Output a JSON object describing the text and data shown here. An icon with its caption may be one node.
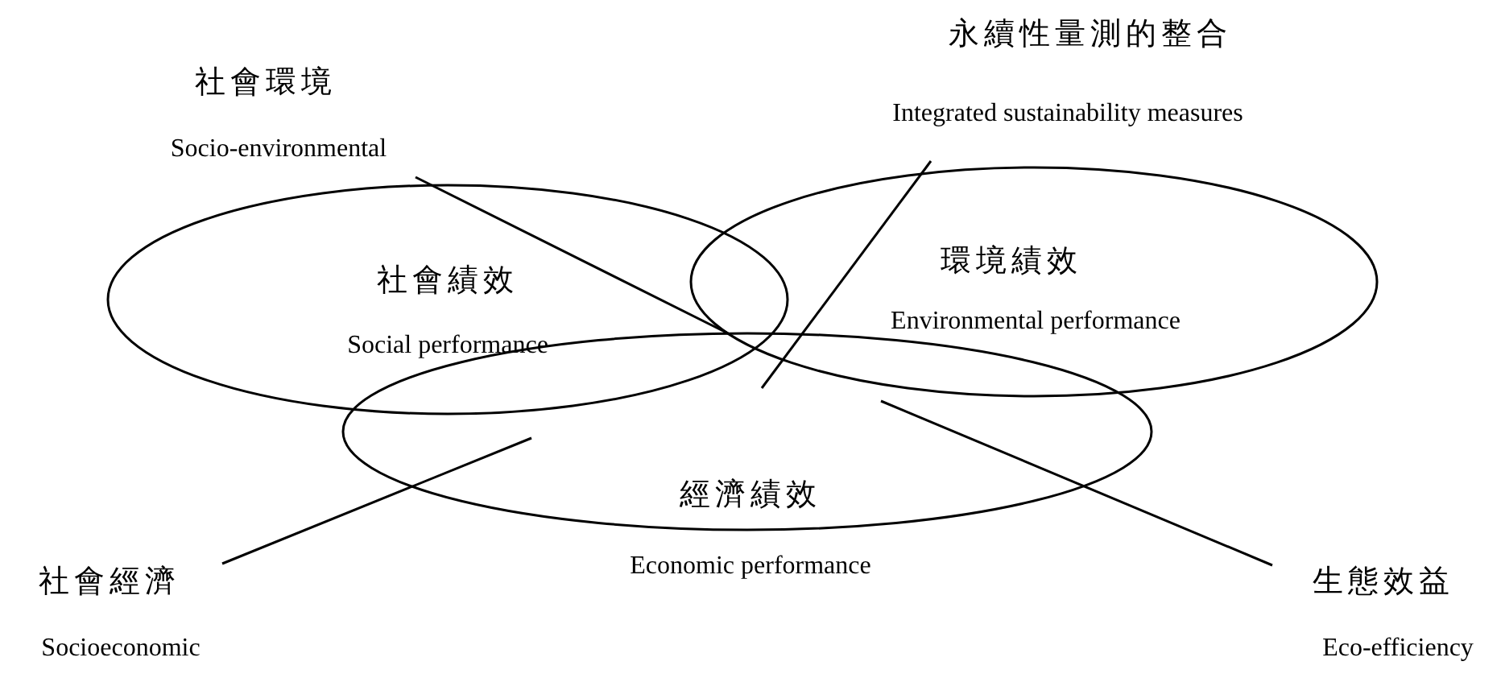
{
  "diagram": {
    "nodes": [
      {
        "text": [
          "社會績效",
          "Social performance"
        ]
      },
      {
        "text": [
          "環境績效",
          "Environmental performance"
        ]
      },
      {
        "text": [
          "經濟績效",
          "Economic performance"
        ]
      },
      {
        "text": [
          "社會環境",
          "Socio-environmental"
        ]
      },
      {
        "text": [
          "永續性量測的整合",
          "Integrated sustainability measures"
        ]
      },
      {
        "text": [
          "社會經濟",
          "Socioeconomic"
        ]
      },
      {
        "text": [
          "生態效益",
          "Eco-efficiency"
        ]
      }
    ],
    "edges": [
      {
        "from": 3,
        "to": 0,
        "arrow": "none"
      },
      {
        "from": 4,
        "to": 2,
        "arrow": "none"
      },
      {
        "from": 5,
        "to": 2,
        "arrow": "none"
      },
      {
        "from": 6,
        "to": 2,
        "arrow": "none"
      }
    ]
  }
}
